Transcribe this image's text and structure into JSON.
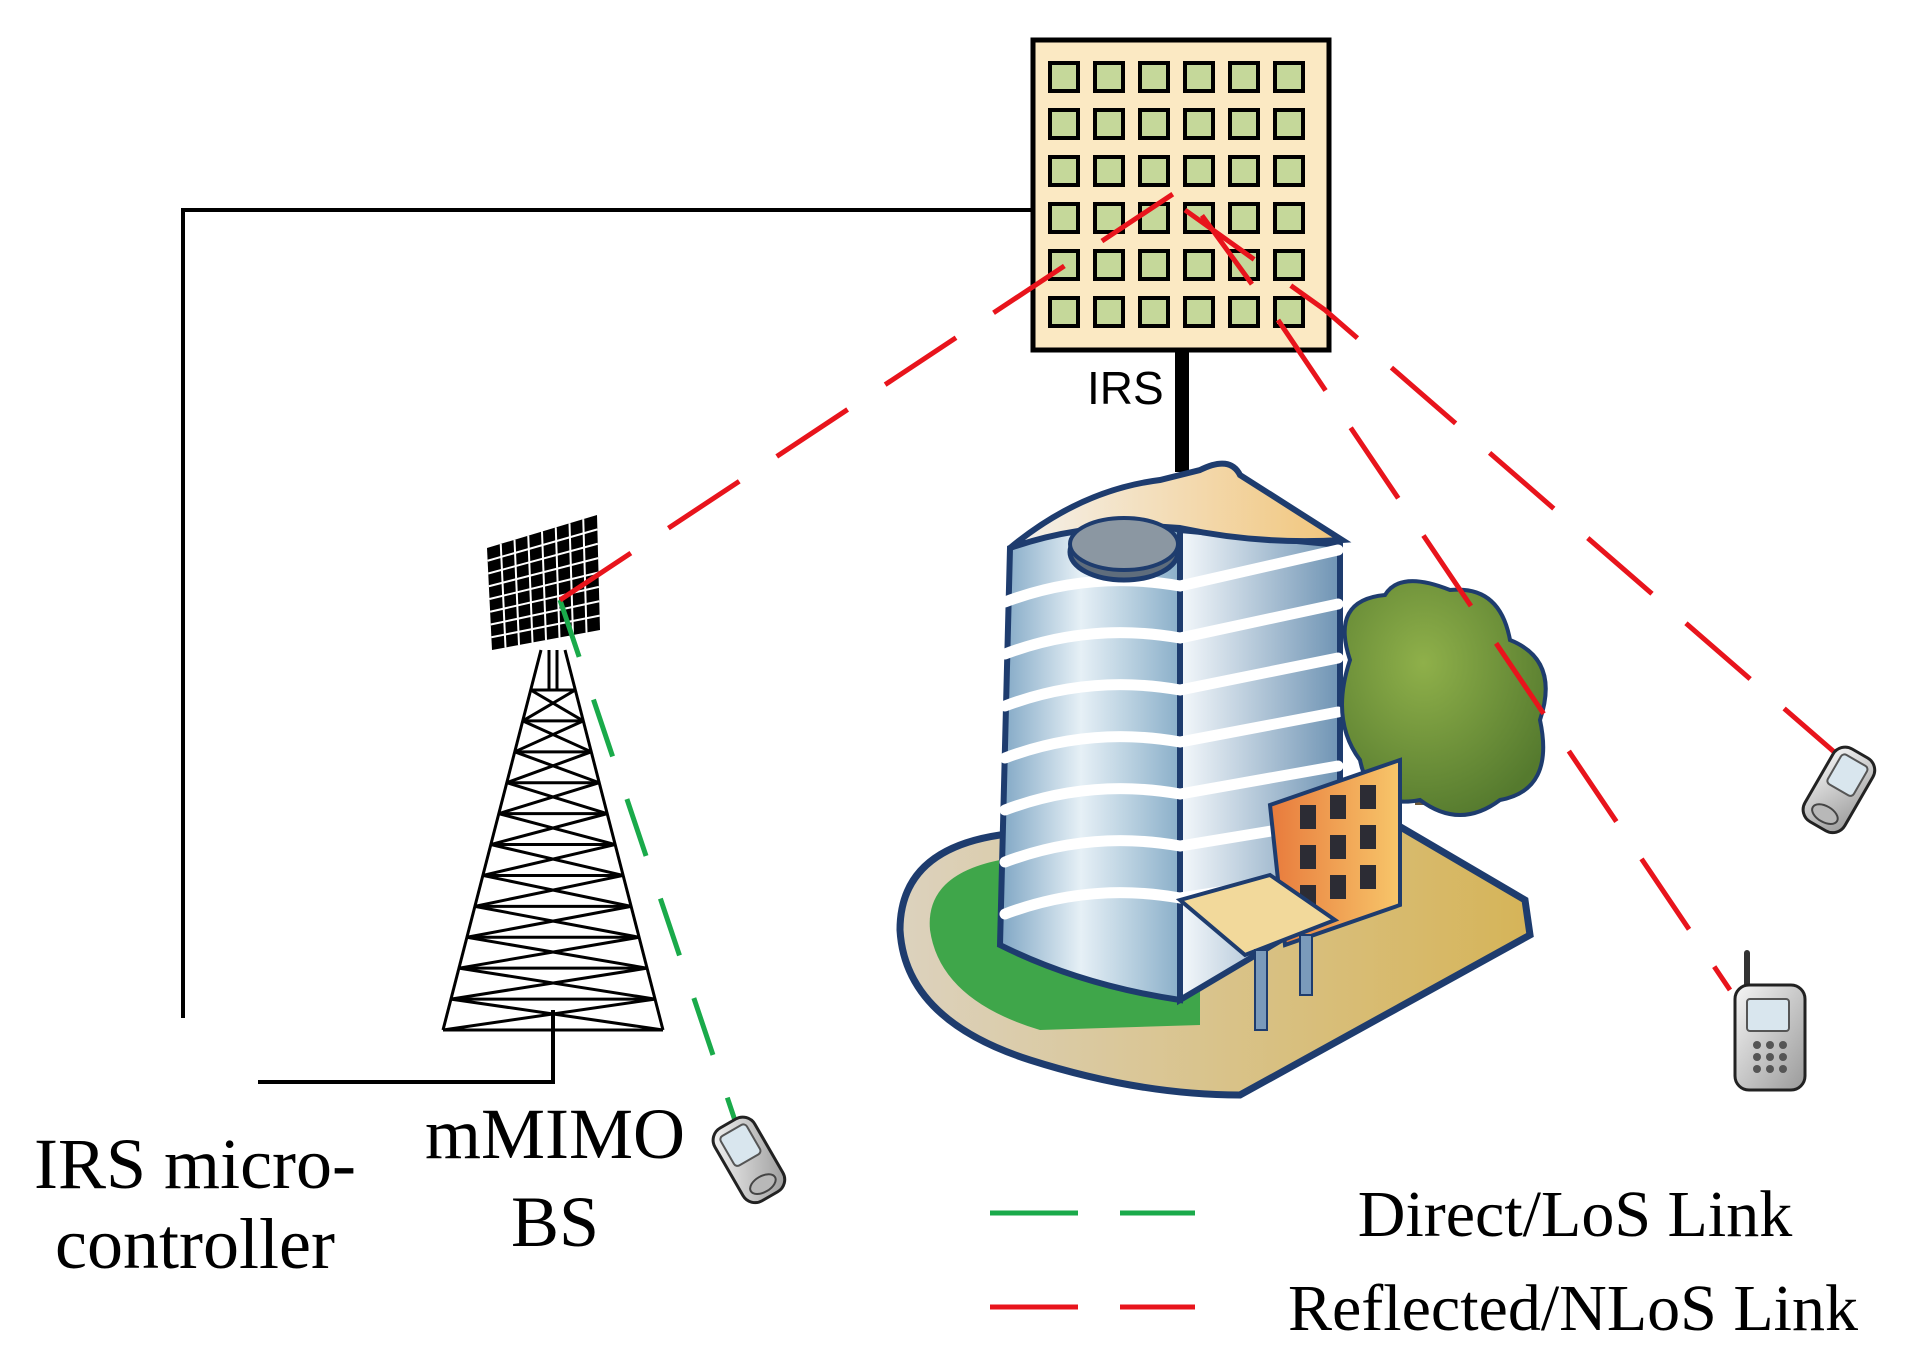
{
  "labels": {
    "irs": "IRS",
    "controller_line1": "IRS micro-",
    "controller_line2": "controller",
    "bs_line1": "mMIMO",
    "bs_line2": "BS"
  },
  "legend": {
    "direct": "Direct/LoS Link",
    "reflected": "Reflected/NLoS Link"
  },
  "icons": [
    "irs-panel-icon",
    "antenna-tower-icon",
    "office-building-icon",
    "tree-icon",
    "mobile-phone-icon"
  ],
  "colors": {
    "direct_link": "#1aaa4a",
    "reflected_link": "#e8141c",
    "irs_panel_bg": "#fbe9c3",
    "irs_element": "#c5d89a"
  }
}
